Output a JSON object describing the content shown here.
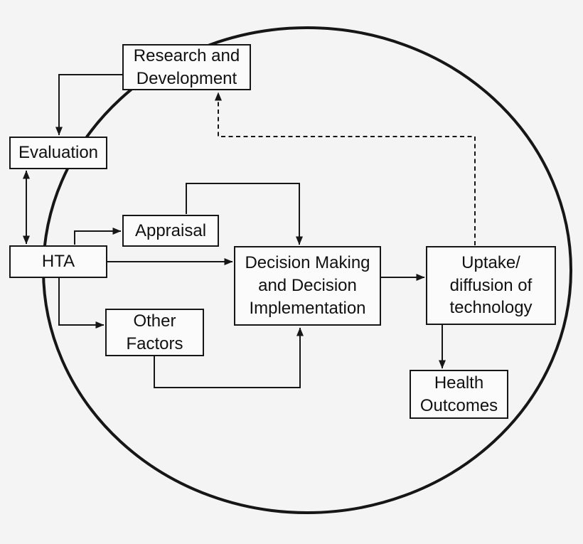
{
  "diagram": {
    "description": "Cycle diagram of health technology assessment within a large circle",
    "colors": {
      "background": "#f4f4f4",
      "node_fill": "#fbfbfb",
      "line_color": "#161616",
      "text_color": "#111111"
    },
    "nodes": {
      "rnd": {
        "label": "Research and\nDevelopment"
      },
      "evaluation": {
        "label": "Evaluation"
      },
      "hta": {
        "label": "HTA"
      },
      "appraisal": {
        "label": "Appraisal"
      },
      "decision": {
        "label": "Decision Making\nand Decision\nImplementation"
      },
      "other_factors": {
        "label": "Other\nFactors"
      },
      "uptake": {
        "label": "Uptake/\ndiffusion of\ntechnology"
      },
      "health_outcomes": {
        "label": "Health\nOutcomes"
      }
    },
    "edges": [
      {
        "id": "rnd-to-evaluation",
        "from": "rnd",
        "to": "evaluation",
        "style": "solid",
        "bidirectional": false
      },
      {
        "id": "evaluation-hta",
        "from": "evaluation",
        "to": "hta",
        "style": "solid",
        "bidirectional": true
      },
      {
        "id": "hta-to-appraisal",
        "from": "hta",
        "to": "appraisal",
        "style": "solid",
        "bidirectional": false
      },
      {
        "id": "appraisal-to-decision",
        "from": "appraisal",
        "to": "decision",
        "style": "solid",
        "bidirectional": false
      },
      {
        "id": "hta-to-decision",
        "from": "hta",
        "to": "decision",
        "style": "solid",
        "bidirectional": false
      },
      {
        "id": "hta-to-other-factors",
        "from": "hta",
        "to": "other_factors",
        "style": "solid",
        "bidirectional": false
      },
      {
        "id": "other-factors-to-decision",
        "from": "other_factors",
        "to": "decision",
        "style": "solid",
        "bidirectional": false
      },
      {
        "id": "decision-to-uptake",
        "from": "decision",
        "to": "uptake",
        "style": "solid",
        "bidirectional": false
      },
      {
        "id": "uptake-to-health-outcomes",
        "from": "uptake",
        "to": "health_outcomes",
        "style": "solid",
        "bidirectional": false
      },
      {
        "id": "uptake-to-rnd-feedback",
        "from": "uptake",
        "to": "rnd",
        "style": "dashed",
        "bidirectional": false
      }
    ]
  }
}
